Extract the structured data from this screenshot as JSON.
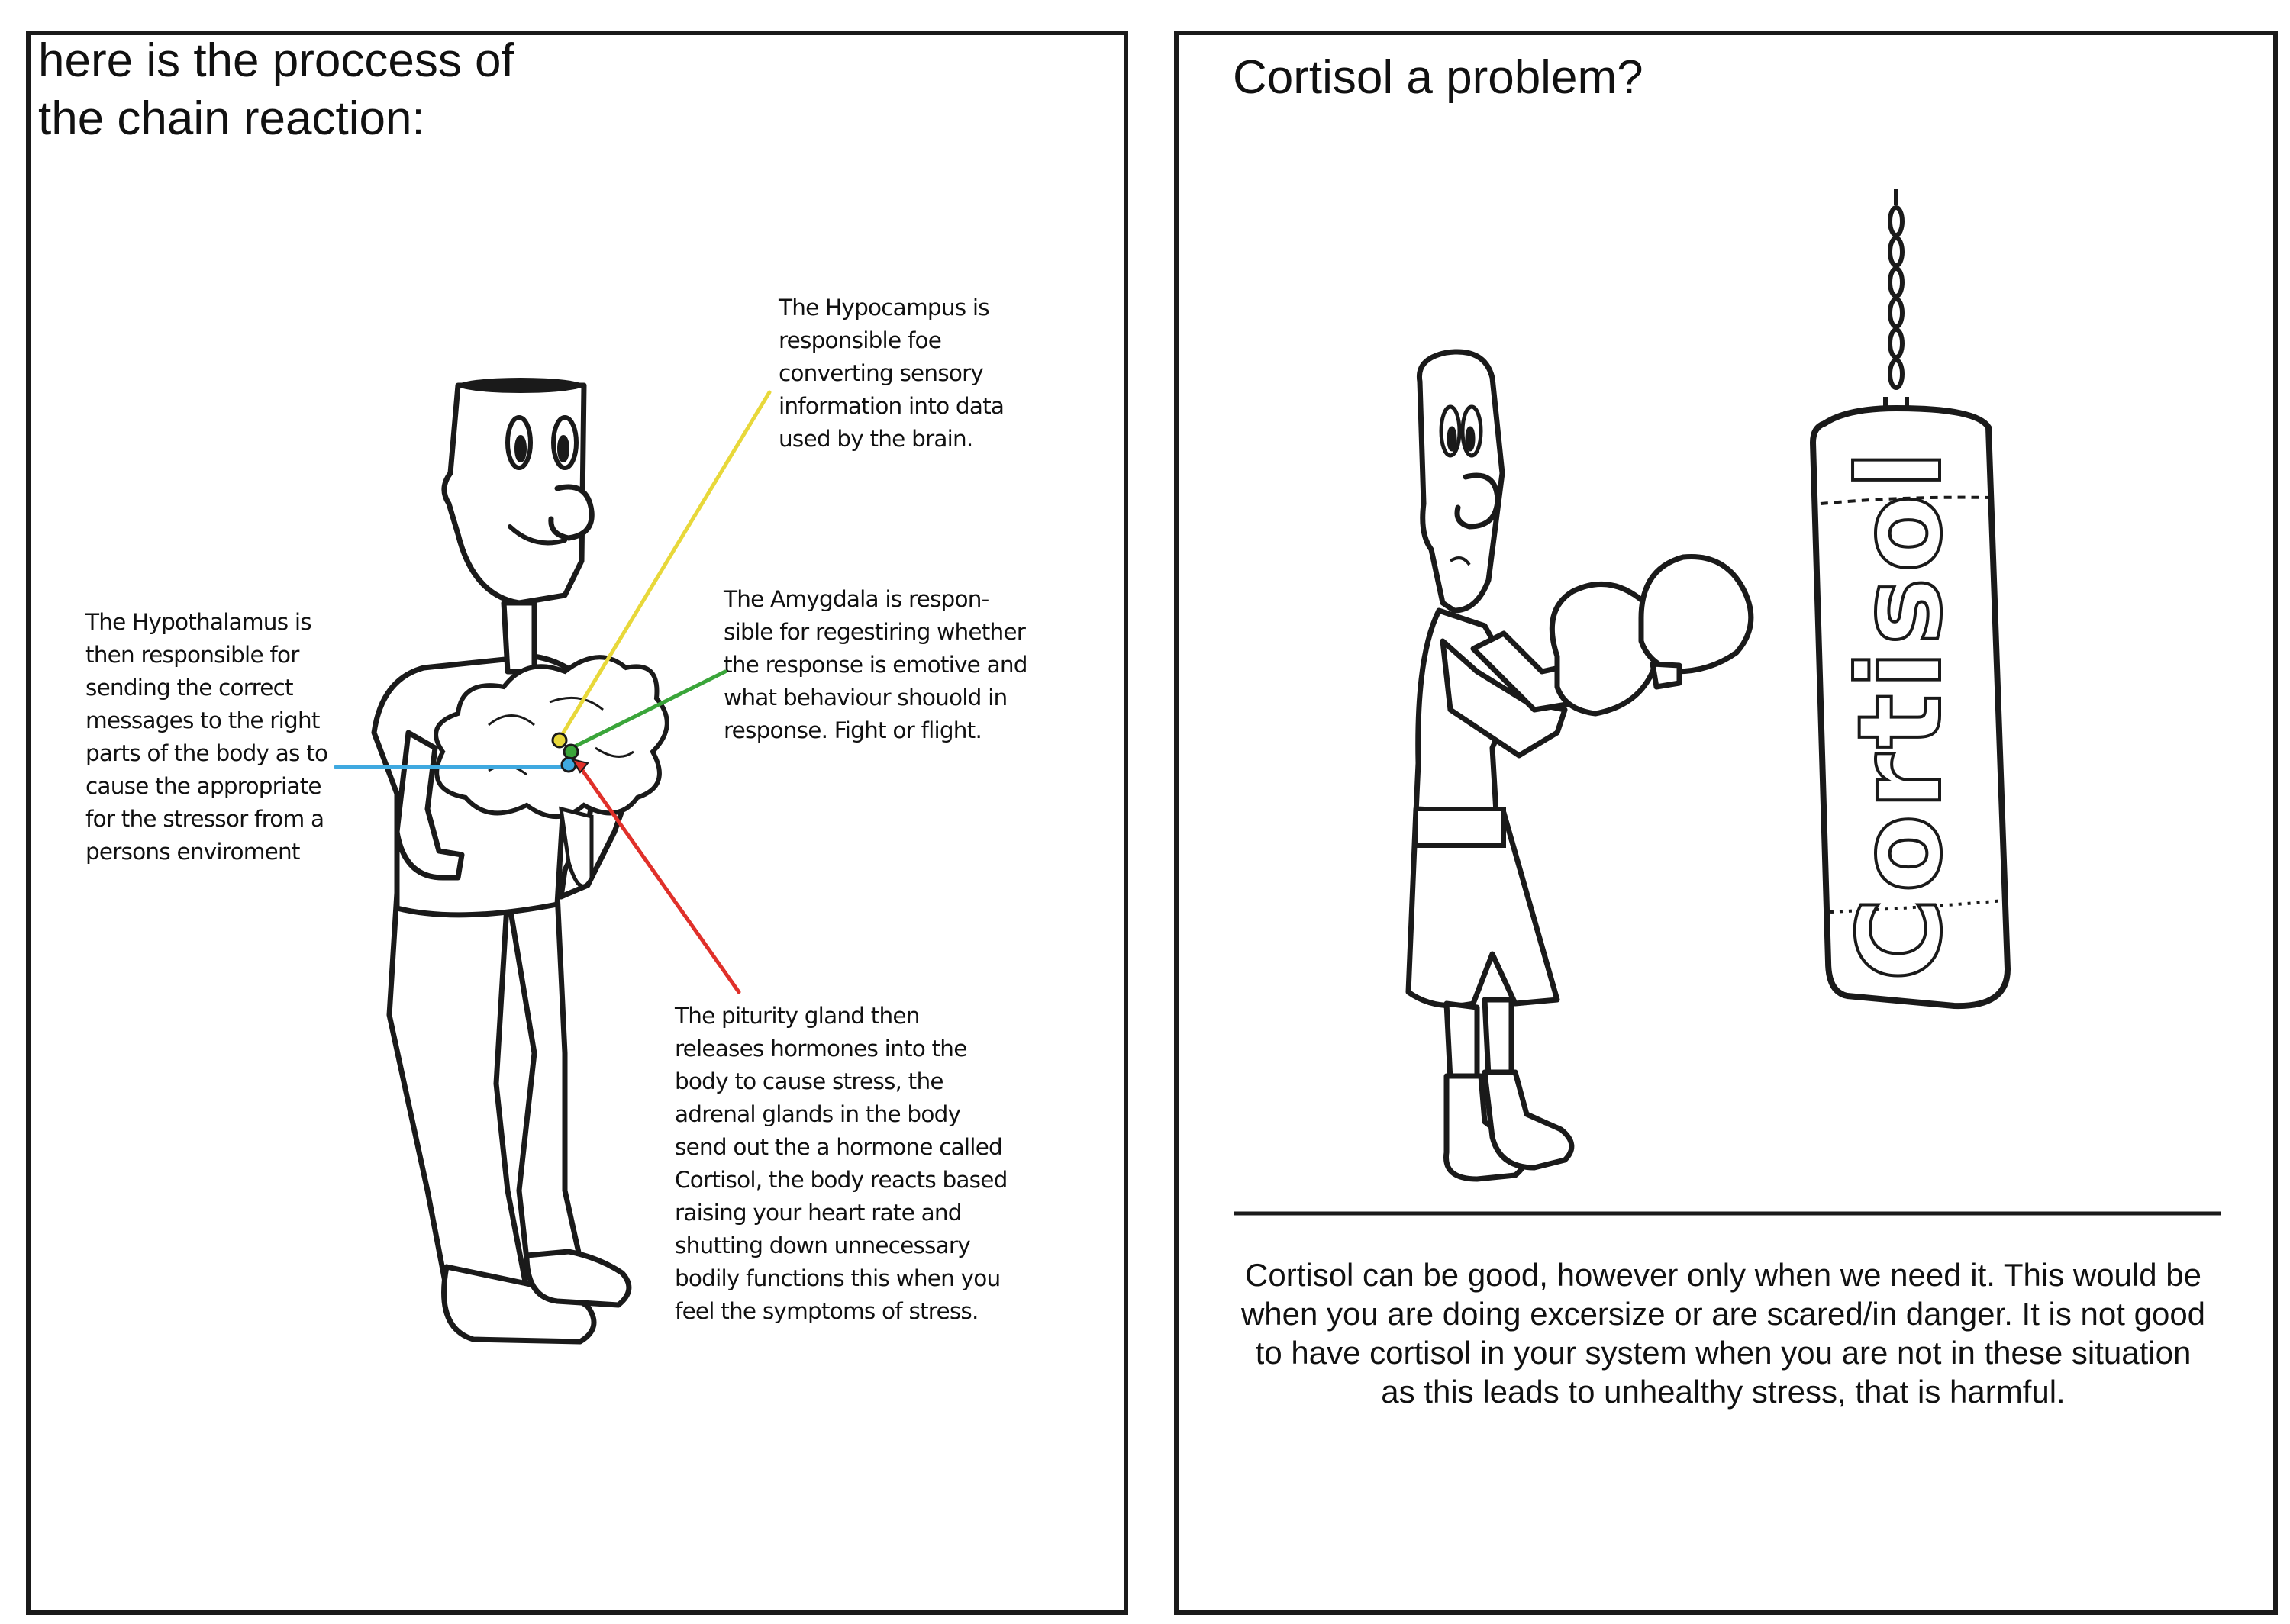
{
  "left_panel": {
    "title_line1": "here is the proccess of",
    "title_line2": "the chain reaction:",
    "callouts": {
      "hypocampus": "The Hypocampus is responsible foe converting sensory information into data used by the brain.",
      "amygdala": "The Amygdala is respon-sible for regestiring whether the response is emotive and what behaviour shouold in response. Fight or flight.",
      "hypothalamus": "The Hypothalamus is then responsible for sending the correct messages to the right parts of the body as to cause the appropriate for the stressor from a persons enviroment",
      "pituitary": "The piturity gland then releases hormones into the body to cause stress, the adrenal glands in the body send out the a hormone called Cortisol, the body reacts based raising your heart rate and shutting down unnecessary bodily functions this when you feel the symptoms of stress."
    },
    "pointer_colors": {
      "hypocampus": "#e8d83a",
      "amygdala": "#3aa53a",
      "hypothalamus": "#3fa9e0",
      "pituitary": "#e0302a"
    }
  },
  "right_panel": {
    "title": "Cortisol a problem?",
    "bag_label": "Cortisol",
    "body": "Cortisol can be good, however only when we need it. This would be when you are doing excersize or are scared/in danger. It is not good to have cortisol in your system when you are not in these situation as this leads to unhealthy stress, that is harmful."
  }
}
